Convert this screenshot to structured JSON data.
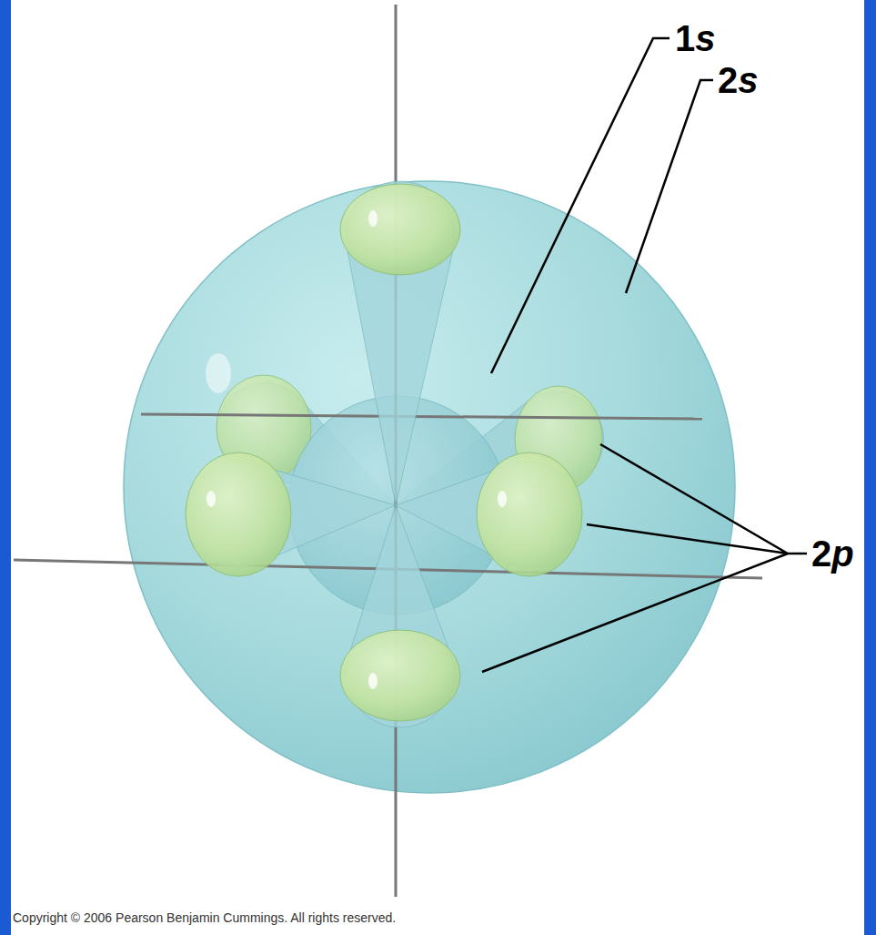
{
  "diagram": {
    "labels": [
      "1s",
      "2s",
      "2p",
      "Copyright © 2006 Pearson Benjamin Cummings. All rights reserved."
    ]
  }
}
